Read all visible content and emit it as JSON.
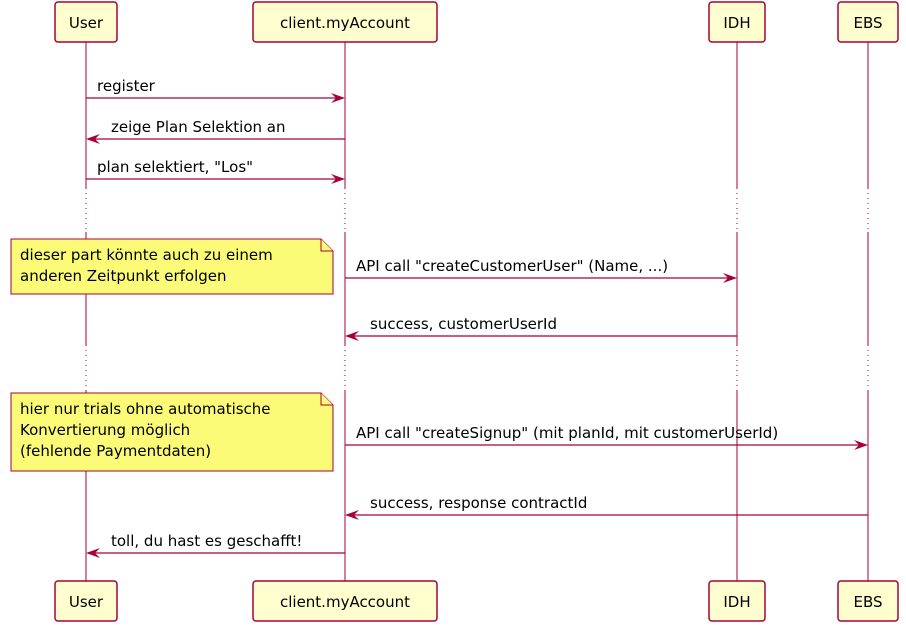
{
  "colors": {
    "line": "#A80036",
    "participant_fill": "#FEFECE",
    "note_fill": "#FBFB77"
  },
  "participants": [
    {
      "id": "user",
      "label": "User"
    },
    {
      "id": "account",
      "label": "client.myAccount"
    },
    {
      "id": "idh",
      "label": "IDH"
    },
    {
      "id": "ebs",
      "label": "EBS"
    }
  ],
  "messages": [
    {
      "from": "user",
      "to": "account",
      "label": "register"
    },
    {
      "from": "account",
      "to": "user",
      "label": "zeige Plan Selektion an"
    },
    {
      "from": "user",
      "to": "account",
      "label": "plan selektiert, \"Los\""
    },
    {
      "from": "account",
      "to": "idh",
      "label": "API call \"createCustomerUser\" (Name, ...)"
    },
    {
      "from": "idh",
      "to": "account",
      "label": "success, customerUserId"
    },
    {
      "from": "account",
      "to": "ebs",
      "label": "API call \"createSignup\" (mit planId, mit customerUserId)"
    },
    {
      "from": "ebs",
      "to": "account",
      "label": "success, response contractId"
    },
    {
      "from": "account",
      "to": "user",
      "label": "toll, du hast es geschafft!"
    }
  ],
  "notes": [
    {
      "lines": [
        "dieser part könnte auch zu einem",
        "anderen Zeitpunkt erfolgen"
      ]
    },
    {
      "lines": [
        "hier nur trials ohne automatische",
        "Konvertierung möglich",
        "(fehlende Paymentdaten)"
      ]
    }
  ]
}
